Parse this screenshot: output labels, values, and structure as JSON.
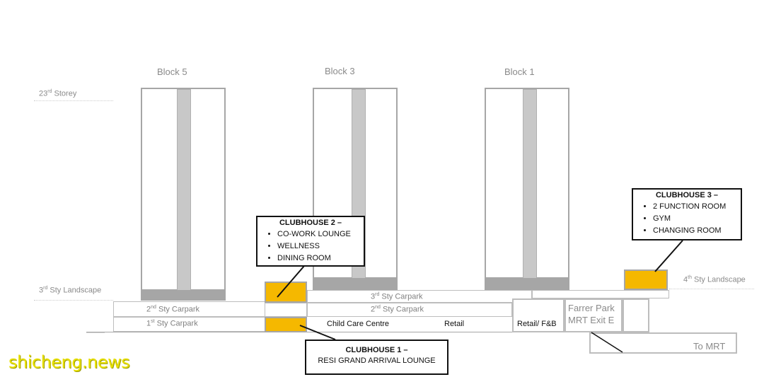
{
  "blocks": [
    {
      "label": "Block 5"
    },
    {
      "label": "Block 3"
    },
    {
      "label": "Block 1"
    }
  ],
  "levels": {
    "storey23": {
      "num": "23",
      "sup": "rd",
      "rest": " Storey"
    },
    "sty3_landscape": {
      "num": "3",
      "sup": "rd",
      "rest": " Sty Landscape"
    },
    "sty4_landscape": {
      "num": "4",
      "sup": "th",
      "rest": " Sty Landscape"
    }
  },
  "podium": {
    "left_2nd": {
      "num": "2",
      "sup": "nd",
      "rest": " Sty Carpark"
    },
    "left_1st": {
      "num": "1",
      "sup": "st",
      "rest": " Sty Carpark"
    },
    "mid_3rd": {
      "num": "3",
      "sup": "rd",
      "rest": " Sty Carpark"
    },
    "mid_2nd": {
      "num": "2",
      "sup": "nd",
      "rest": " Sty Carpark"
    },
    "child_care": "Child Care Centre",
    "retail": "Retail",
    "retail_fb": "Retail/ F&B",
    "mrt_exit_line1": "Farrer Park",
    "mrt_exit_line2": "MRT Exit E",
    "to_mrt": "To MRT"
  },
  "clubhouses": {
    "ch1": {
      "title": "CLUBHOUSE 1 –",
      "subtitle": "RESI GRAND ARRIVAL LOUNGE"
    },
    "ch2": {
      "title": "CLUBHOUSE 2 –",
      "items": [
        "CO-WORK LOUNGE",
        "WELLNESS",
        "DINING ROOM"
      ]
    },
    "ch3": {
      "title": "CLUBHOUSE 3 –",
      "items": [
        "2 FUNCTION ROOM",
        "GYM",
        "CHANGING ROOM"
      ]
    }
  },
  "colors": {
    "clubhouse_fill": "#f5b800",
    "outline": "#a6a6a6",
    "callout_border": "#111111"
  },
  "watermark": "shicheng.news"
}
